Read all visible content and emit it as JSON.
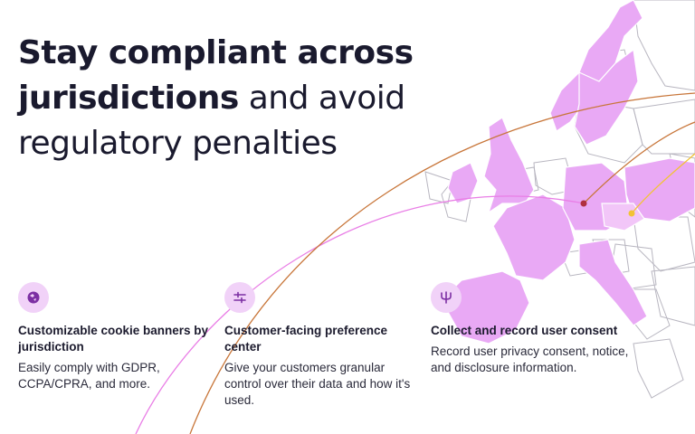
{
  "headline": {
    "bold_part": "Stay compliant across jurisdictions",
    "regular_part": " and avoid regulatory penalties"
  },
  "features": [
    {
      "icon": "globe-icon",
      "title": "Customizable cookie banners by jurisdiction",
      "description": "Easily comply with GDPR, CCPA/CPRA, and more."
    },
    {
      "icon": "sliders-icon",
      "title": "Customer-facing preference center",
      "description": "Give your customers granular control over their data and how it's used."
    },
    {
      "icon": "trident-icon",
      "title": "Collect and record user consent",
      "description": "Record user privacy consent, notice, and disclosure information."
    }
  ],
  "colors": {
    "country_fill": "#e9a9f5",
    "country_stroke": "#9c9aa6",
    "arc_pink": "#e97ee6",
    "arc_orange": "#c8763a",
    "arc_yellow": "#f2c334",
    "icon_bg": "#f1d2f8",
    "icon_fg": "#7c2fa3"
  }
}
